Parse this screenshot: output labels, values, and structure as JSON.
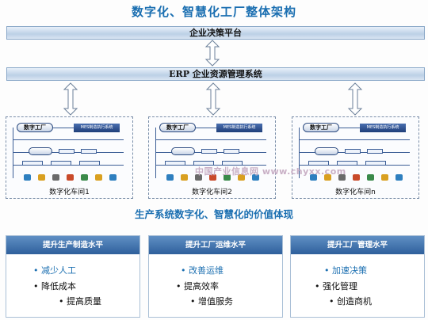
{
  "title": "数字化、智慧化工厂整体架构",
  "top_bar": "企业决策平台",
  "erp_bar": "ERP 企业资源管理系统",
  "workshops": [
    {
      "factory": "数字工厂",
      "mes": "MES制造执行系统",
      "label": "数字化车间1"
    },
    {
      "factory": "数字工厂",
      "mes": "MES制造执行系统",
      "label": "数字化车间2"
    },
    {
      "factory": "数字工厂",
      "mes": "MES制造执行系统",
      "label": "数字化车间n"
    }
  ],
  "subtitle": "生产系统数字化、智慧化的价值体现",
  "columns": [
    {
      "header": "提升生产制造水平",
      "items": [
        "• 减少人工",
        "• 降低成本",
        "• 提高质量"
      ]
    },
    {
      "header": "提升工厂运维水平",
      "items": [
        "• 改善运维",
        "• 提高效率",
        "• 增值服务"
      ]
    },
    {
      "header": "提升工厂管理水平",
      "items": [
        "• 加速决策",
        "• 强化管理",
        "• 创造商机"
      ]
    }
  ],
  "watermark": "中国产业信息网 www.chyxx.com",
  "colors": {
    "accent": "#1b6fb1",
    "header": "#2f609c"
  }
}
